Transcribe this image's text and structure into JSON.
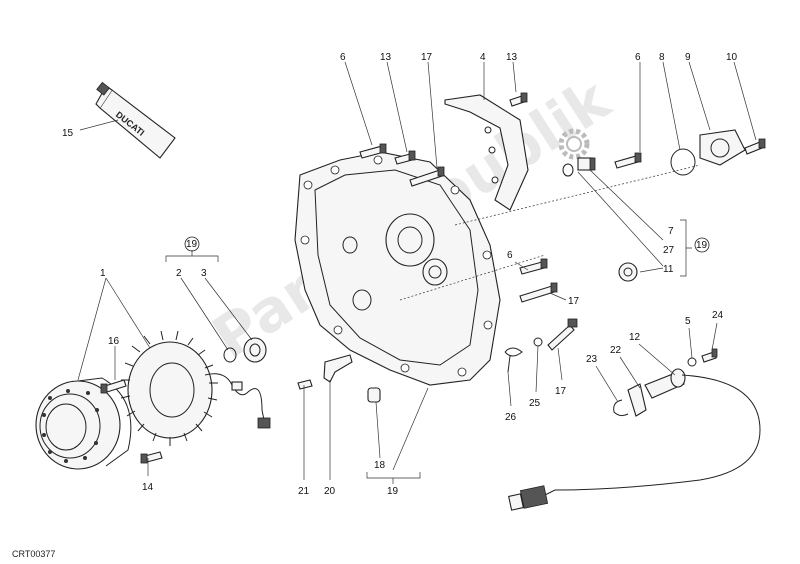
{
  "labels": {
    "p1": "1",
    "p2": "2",
    "p3": "3",
    "p4": "4",
    "p5": "5",
    "p6a": "6",
    "p6b": "6",
    "p6c": "6",
    "p7": "7",
    "p8": "8",
    "p9": "9",
    "p10": "10",
    "p11": "11",
    "p12": "12",
    "p13a": "13",
    "p13b": "13",
    "p14": "14",
    "p15": "15",
    "p16": "16",
    "p17a": "17",
    "p17b": "17",
    "p17c": "17",
    "p18": "18",
    "p19a": "19",
    "p19b": "19",
    "p19c": "19",
    "p20": "20",
    "p21": "21",
    "p22": "22",
    "p23": "23",
    "p24": "24",
    "p25": "25",
    "p26": "26",
    "p27": "27"
  },
  "tube_text": "DUCATI",
  "watermark": "PartsRepublik",
  "drawing_code": "CRT00377",
  "colors": {
    "line": "#222222",
    "watermark": "#000000"
  }
}
